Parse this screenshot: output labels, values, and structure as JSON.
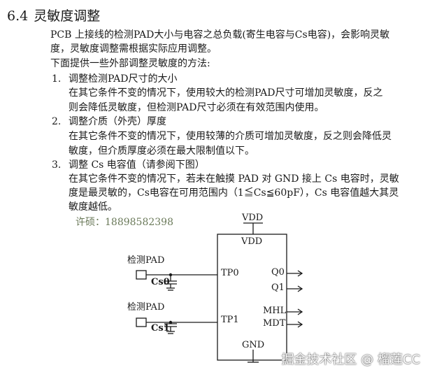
{
  "heading": {
    "number": "6.4",
    "title": "灵敏度调整"
  },
  "intro": {
    "line1": "PCB 上接线的检测PAD大小与电容之总负载(寄生电容与Cs电容)，会影响灵敏",
    "line2": "度，灵敏度调整需根据实际应用调整。",
    "line3": "下面提供一些外部调整灵敏度的方法:"
  },
  "items": [
    {
      "num": "1.",
      "title": "调整检测PAD尺寸的大小",
      "l1": "在其它条件不变的情况下，使用较大的检测PAD尺寸可增加灵敏度，反之",
      "l2": "则会降低灵敏度，但检测PAD尺寸必须在有效范围内使用。"
    },
    {
      "num": "2.",
      "title": "调整介质（外壳）厚度",
      "l1": "在其它条件不变的情况下，使用较薄的介质可增加灵敏度，反之则会降低灵",
      "l2": "敏度，但介质厚度必须在最大限制值以下。"
    },
    {
      "num": "3.",
      "title": "调整 Cs 电容值（请参阅下图）",
      "l1": "在其它条件不变的情况下，若未在触摸 PAD 对 GND 接上 Cs 电容时，灵敏",
      "l2": "度是最灵敏的，Cs电容在可用范围内（1≦Cs≦60pF），Cs 电容值越大其灵",
      "l3": "敏度越低。"
    }
  ],
  "contact": "许硕：18898582398",
  "diagram": {
    "vdd_top": "VDD",
    "vdd_inner": "VDD",
    "pad1": "检测PAD",
    "pad2": "检测PAD",
    "cs0": "Cs0",
    "cs1": "Cs1",
    "tp0": "TP0",
    "tp1": "TP1",
    "q0": "Q0",
    "q1": "Q1",
    "mhl": "MHL",
    "mdt": "MDT",
    "gnd": "GND"
  },
  "watermark": "掘金技术社区 @ 榴莲CC"
}
